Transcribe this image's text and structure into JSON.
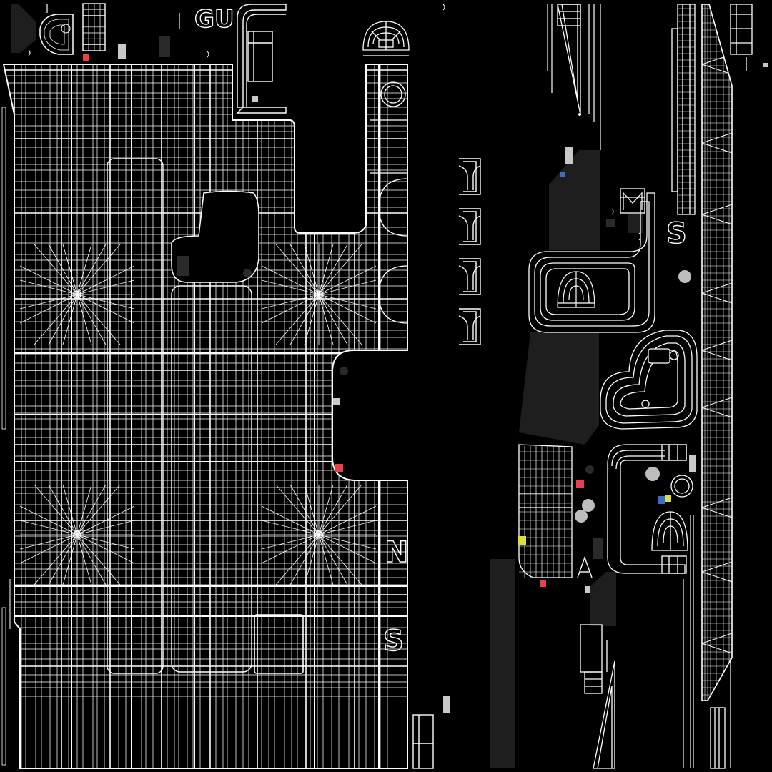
{
  "colors": {
    "background": "#000000",
    "wire": "#ffffff",
    "fill_dark": "#1e1e1e",
    "fill_gray": "#c8c8c8",
    "marker_red": "#e8404a",
    "marker_blue": "#3a6cc8",
    "marker_yellow": "#d8e040",
    "circle_gray": "#bdbdbd",
    "circle_dark": "#2a2a2a"
  },
  "glyph_labels": {
    "g": "G",
    "u": "U",
    "n": "N",
    "s_left": "S",
    "s_right": "S"
  }
}
